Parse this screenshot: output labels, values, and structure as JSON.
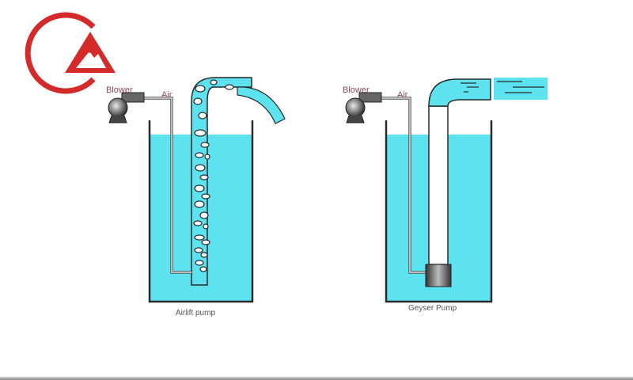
{
  "logo": {
    "name": "brand-logo",
    "color": "#d42a2a"
  },
  "colors": {
    "water": "#5de3ef",
    "outline": "#2a2a2a",
    "label": "#8a4a5a",
    "caption": "#555555"
  },
  "diagrams": [
    {
      "id": "airlift",
      "blower_label": "Blower",
      "air_label": "Air",
      "caption": "Airlift pump"
    },
    {
      "id": "geyser",
      "blower_label": "Blower",
      "air_label": "Air",
      "caption": "Geyser Pump"
    }
  ]
}
